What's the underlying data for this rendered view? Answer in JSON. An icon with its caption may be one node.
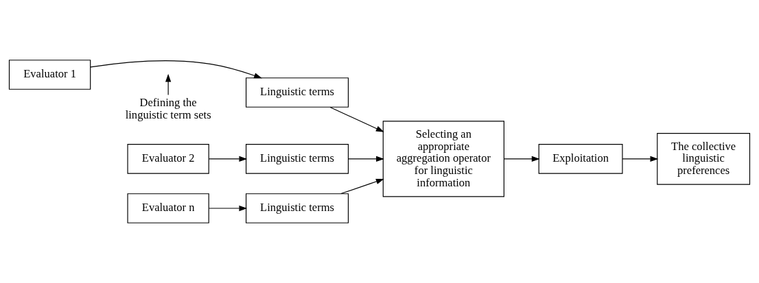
{
  "diagram": {
    "nodes": [
      {
        "text": [
          "Defining the linguistic term sets"
        ]
      },
      {
        "text": [
          "Evaluator 1"
        ]
      },
      {
        "text": [
          "Linguistic terms"
        ]
      },
      {
        "text": [
          "Evaluator 2"
        ]
      },
      {
        "text": [
          "Linguistic terms"
        ]
      },
      {
        "text": [
          "Evaluator n"
        ]
      },
      {
        "text": [
          "Linguistic terms"
        ]
      },
      {
        "text": [
          "Selecting an appropriate aggregation operator for linguistic information"
        ]
      },
      {
        "text": [
          "Exploitation"
        ]
      },
      {
        "text": [
          "The collective linguistic preferences"
        ]
      }
    ],
    "edges": [
      {
        "from": 0,
        "to": null,
        "arrow": "to"
      },
      {
        "from": 1,
        "to": 2,
        "arrow": "to"
      },
      {
        "from": 3,
        "to": 4,
        "arrow": "to"
      },
      {
        "from": 5,
        "to": 6,
        "arrow": "to"
      },
      {
        "from": 2,
        "to": 7,
        "arrow": "to"
      },
      {
        "from": 4,
        "to": 7,
        "arrow": "to"
      },
      {
        "from": 6,
        "to": 7,
        "arrow": "to"
      },
      {
        "from": 7,
        "to": 8,
        "arrow": "to"
      },
      {
        "from": 8,
        "to": 9,
        "arrow": "to"
      }
    ]
  }
}
